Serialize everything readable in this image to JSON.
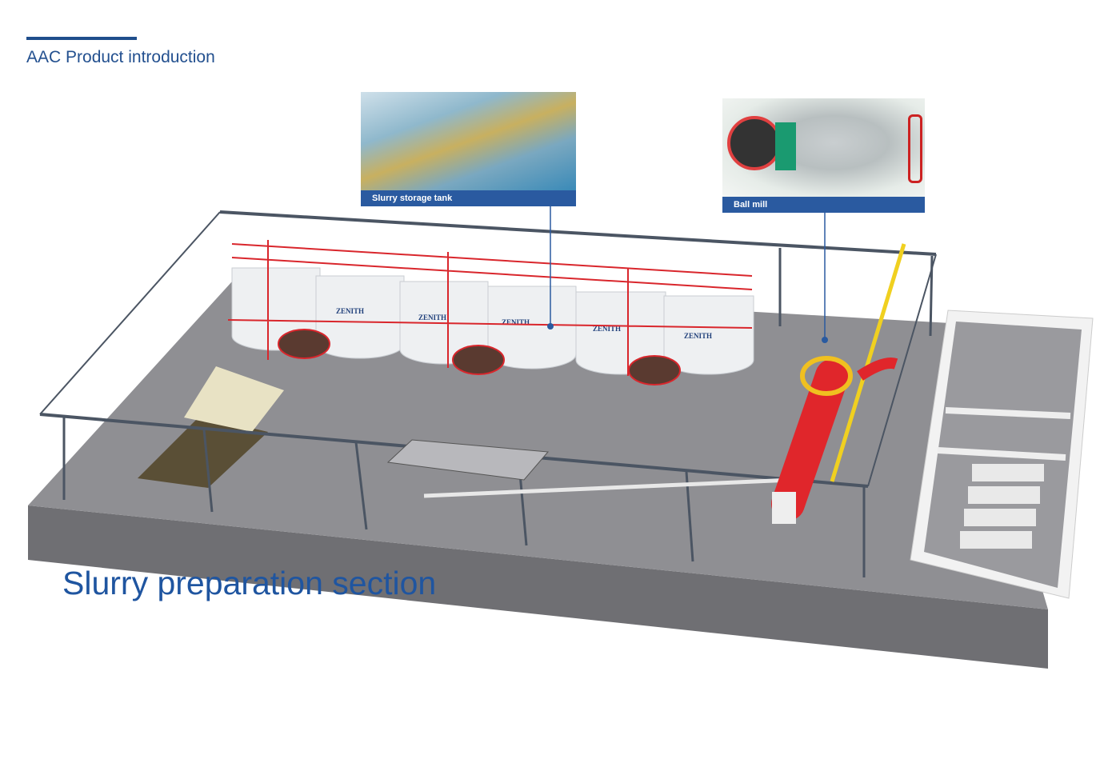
{
  "header": {
    "title": "AAC Product introduction"
  },
  "section_title": "Slurry preparation section",
  "callouts": [
    {
      "label": "Slurry storage tank",
      "image": "slurry-storage-tank-photo"
    },
    {
      "label": "Ball mill",
      "image": "ball-mill-photo"
    }
  ],
  "tank_brand": "ZENITH",
  "colors": {
    "accent": "#1f55a0",
    "caption_bg": "#2a5aa0",
    "slab": "#8e8e92",
    "pipe_red": "#e0262b",
    "crane_yellow": "#f0d020"
  }
}
